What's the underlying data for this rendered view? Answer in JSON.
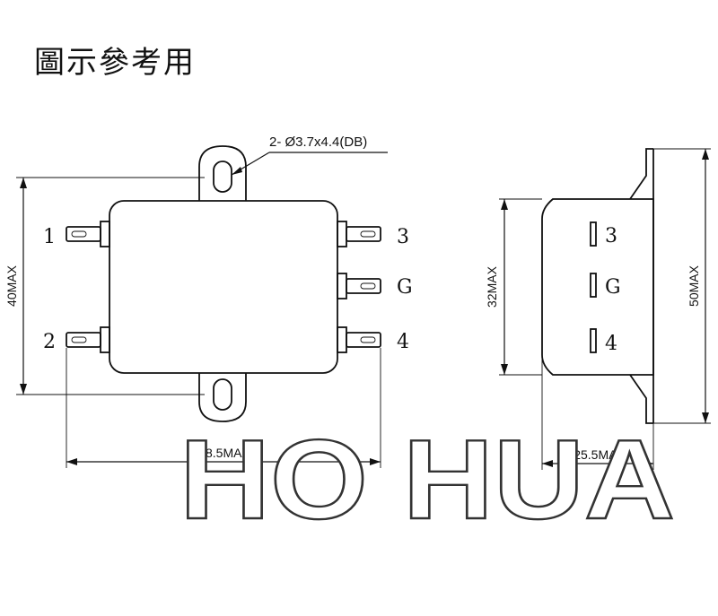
{
  "title": "圖示參考用",
  "hole_note": "2- Ø3.7x4.4(DB)",
  "front_view": {
    "terminals": {
      "t1": "1",
      "t2": "2",
      "t3": "3",
      "tG": "G",
      "t4": "4"
    },
    "dim_height": "40MAX",
    "dim_width": "68.5MAX"
  },
  "side_view": {
    "terminals": {
      "t3": "3",
      "tG": "G",
      "t4": "4"
    },
    "dim_body_height": "32MAX",
    "dim_total_height": "50MAX",
    "dim_width": "25.5MAX"
  },
  "watermark": "HO HUA"
}
